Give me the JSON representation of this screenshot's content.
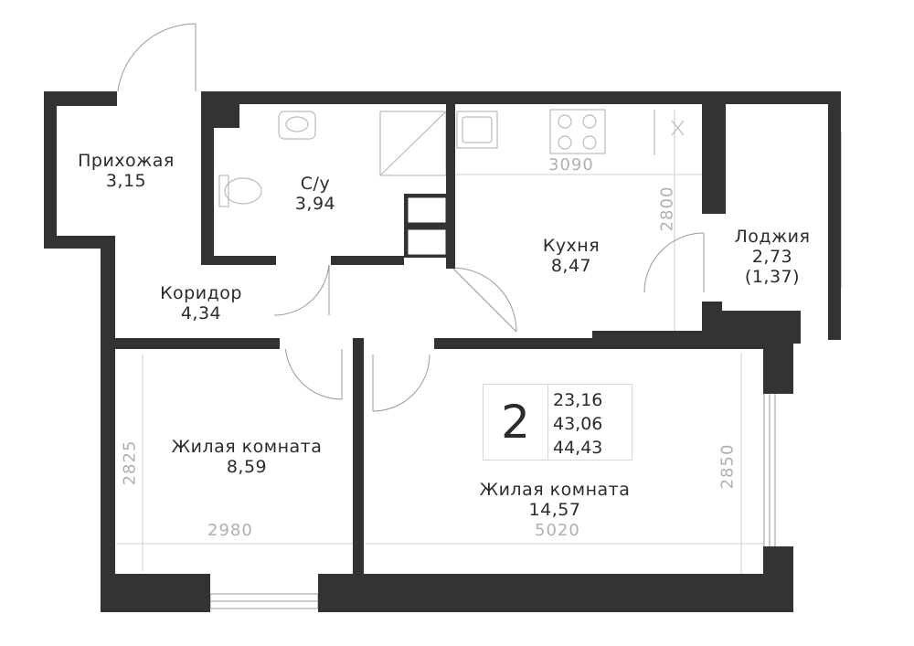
{
  "rooms": {
    "hallway": {
      "name": "Прихожая",
      "area": "3,15"
    },
    "bathroom": {
      "name": "С/у",
      "area": "3,94"
    },
    "kitchen": {
      "name": "Кухня",
      "area": "8,47"
    },
    "loggia": {
      "name": "Лоджия",
      "area": "2,73",
      "reduced_area": "(1,37)"
    },
    "corridor": {
      "name": "Коридор",
      "area": "4,34"
    },
    "bedroom_small": {
      "name": "Жилая комната",
      "area": "8,59"
    },
    "bedroom_large": {
      "name": "Жилая комната",
      "area": "14,57"
    }
  },
  "dimensions": {
    "kitchen_width": "3090",
    "kitchen_depth": "2800",
    "small_room_depth": "2825",
    "small_room_width": "2980",
    "large_room_width": "5020",
    "large_room_depth": "2850"
  },
  "summary": {
    "rooms_count": "2",
    "living_area": "23,16",
    "total_area": "43,06",
    "total_area_with_loggia": "44,43"
  },
  "colors": {
    "wall": "#333333",
    "dimension": "#b0b0b0",
    "text": "#2b2b2b"
  }
}
